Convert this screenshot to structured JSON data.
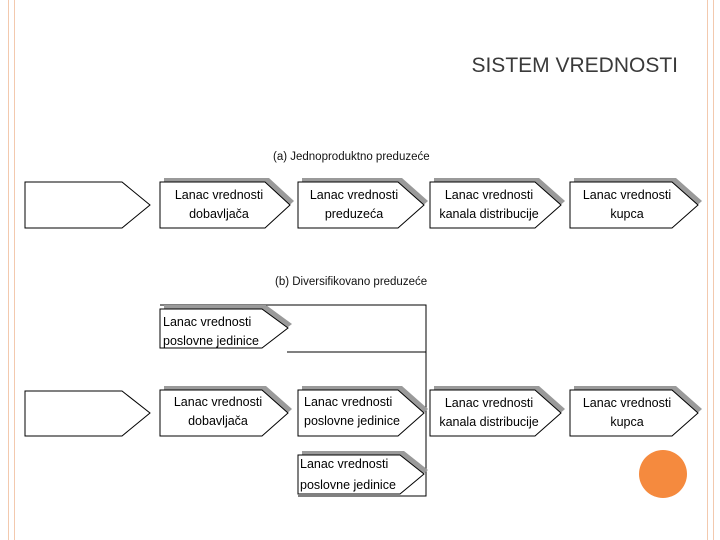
{
  "title": "SISTEM VREDNOSTI",
  "section_a": {
    "caption": "(a) Jednoproduktno preduzeće",
    "boxes": [
      {
        "line1": "Lanac vrednosti",
        "line2": "dobavljača"
      },
      {
        "line1": "Lanac vrednosti",
        "line2": "preduzeća"
      },
      {
        "line1": "Lanac vrednosti",
        "line2": "kanala distribucije"
      },
      {
        "line1": "Lanac vrednosti",
        "line2": "kupca"
      }
    ]
  },
  "section_b": {
    "caption": "(b) Diversifikovano preduzeće",
    "top_unit": {
      "line1": "Lanac vrednosti",
      "line2": "poslovne jedinice"
    },
    "boxes": [
      {
        "line1": "Lanac vrednosti",
        "line2": "dobavljača"
      },
      {
        "line1": "Lanac vrednosti",
        "line2": "poslovne jedinice"
      },
      {
        "line1": "Lanac vrednosti",
        "line2": "kanala distribucije"
      },
      {
        "line1": "Lanac vrednosti",
        "line2": "kupca"
      }
    ],
    "bottom_unit": {
      "line1": "Lanac vrednosti",
      "line2": "poslovne jedinice"
    }
  },
  "colors": {
    "accent": "#f58a3e",
    "frame": "#f3c9ae",
    "shadow": "#9a9a9a"
  }
}
